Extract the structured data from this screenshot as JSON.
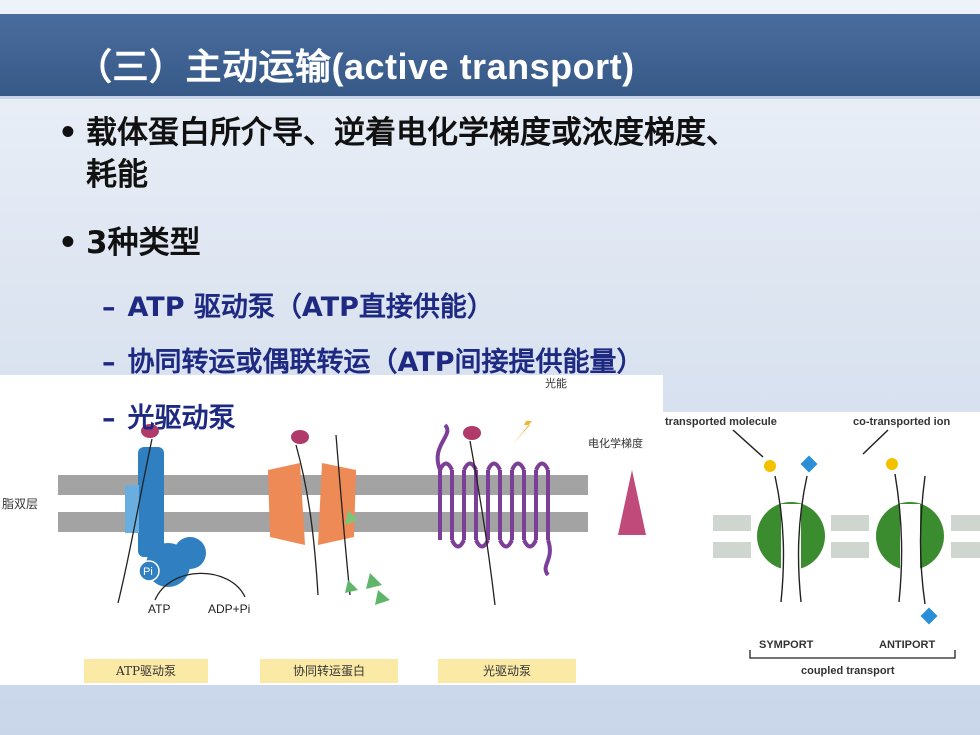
{
  "title": "（三）主动运输(active transport)",
  "bullets": [
    {
      "line1": "载体蛋白所介导、逆着电化学梯度或浓度梯度、",
      "line2": "耗能"
    },
    {
      "line1": "3种类型"
    }
  ],
  "sub_items": [
    "ATP 驱动泵（ATP直接供能）",
    "协同转运或偶联转运（ATP间接提供能量）",
    "光驱动泵"
  ],
  "figure_left": {
    "light_label": "光能",
    "gradient_label": "电化学梯度",
    "bilayer_label": "脂双层",
    "pi_label": "Pi",
    "atp_label": "ATP",
    "adp_label": "ADP+Pi",
    "captions": [
      "ATP驱动泵",
      "协同转运蛋白",
      "光驱动泵"
    ]
  },
  "figure_right": {
    "transported_label": "transported molecule",
    "cotransported_label": "co-transported ion",
    "symport_label": "SYMPORT",
    "antiport_label": "ANTIPORT",
    "coupled_label": "coupled transport"
  },
  "colors": {
    "title_bar": "#3f6495",
    "sub_text": "#1e2a82",
    "pump_blue": "#2f7fc1",
    "cotransporter_orange": "#ee8a55",
    "light_pump_purple": "#7c3f98",
    "membrane_gray": "#9d9d9d",
    "carrier_green": "#3b8c2e",
    "caption_bg": "#fbe9a6"
  }
}
